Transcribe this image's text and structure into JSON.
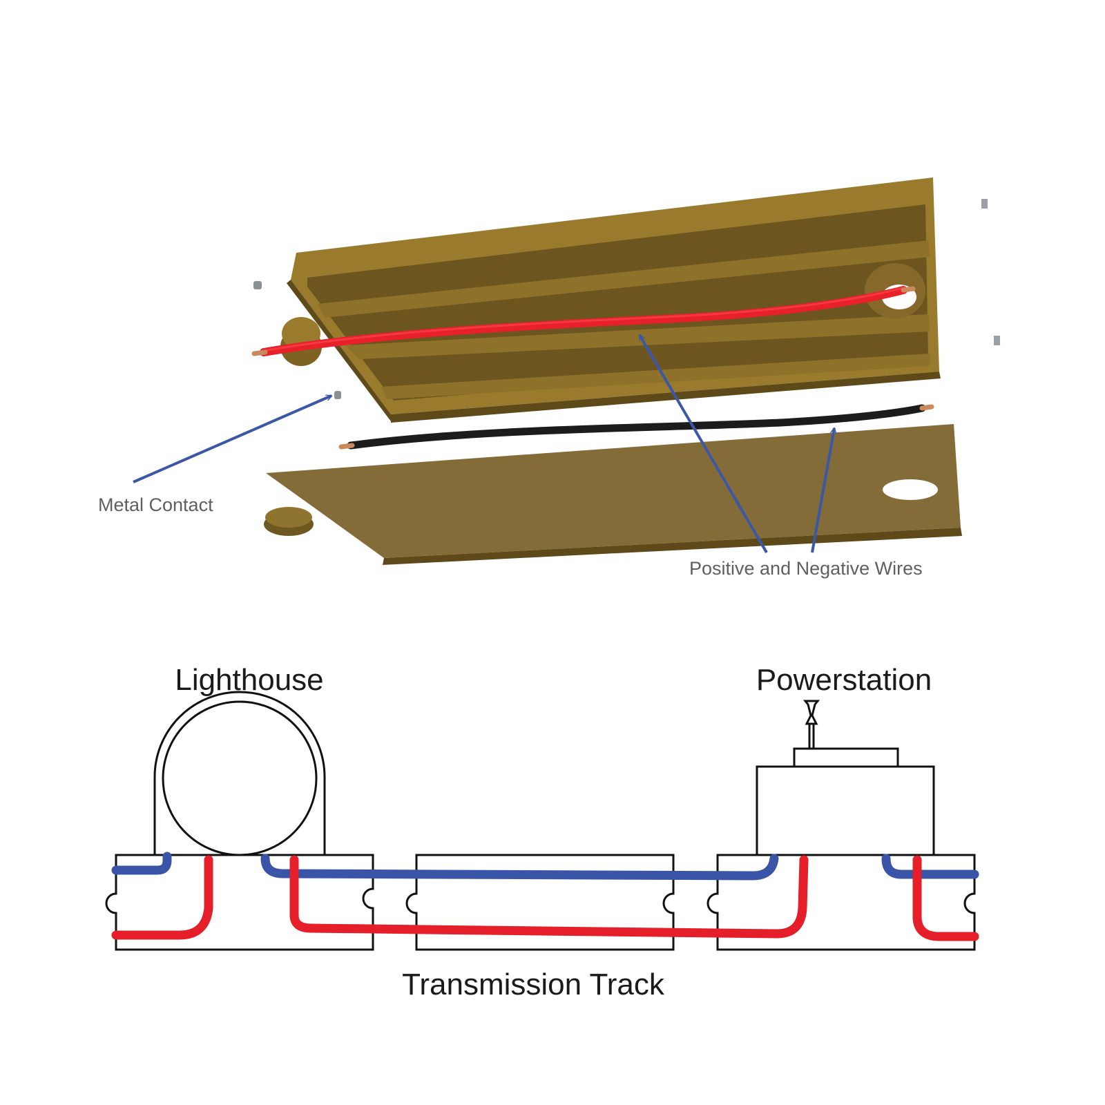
{
  "colors": {
    "wood_top": "#9a7b2e",
    "wood_face": "#7d6224",
    "wood_dark": "#5e4a19",
    "plate": "#846c38",
    "wire_positive": "#e8202a",
    "wire_negative": "#1c1c1c",
    "copper": "#c98a5b",
    "arrow": "#3b57a6",
    "diagram_blue": "#3a54a8",
    "diagram_red": "#e41f29"
  },
  "exploded_view": {
    "labels": {
      "metal_contact": "Metal Contact",
      "wires": "Positive and Negative Wires"
    }
  },
  "schematic": {
    "labels": {
      "lighthouse": "Lighthouse",
      "powerstation": "Powerstation",
      "track": "Transmission Track"
    }
  }
}
